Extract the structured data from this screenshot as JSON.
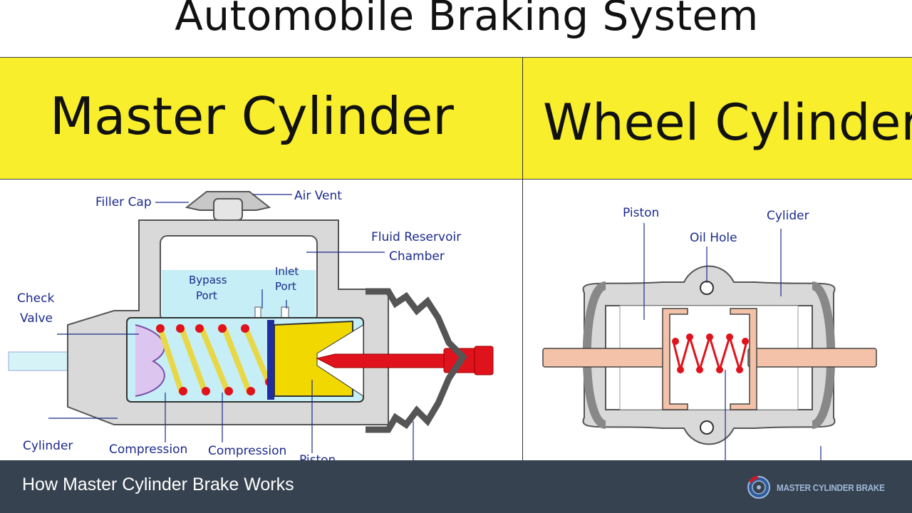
{
  "title": "Automobile Braking System",
  "sections": {
    "master": "Master Cylinder",
    "wheel": "Wheel Cylinder"
  },
  "master_labels": {
    "filler_cap": "Filler Cap",
    "air_vent": "Air Vent",
    "fluid_reservoir_1": "Fluid Reservoir",
    "fluid_reservoir_2": "Chamber",
    "bypass_1": "Bypass",
    "bypass_2": "Port",
    "inlet_1": "Inlet",
    "inlet_2": "Port",
    "check_valve_1": "Check",
    "check_valve_2": "Valve",
    "cylinder": "Cylinder",
    "compression_1": "Compression",
    "compression_2": "Compression",
    "piston_partial": "Piston"
  },
  "wheel_labels": {
    "piston": "Piston",
    "cylinder": "Cylider",
    "oil_hole": "Oil Hole"
  },
  "footer": {
    "caption": "How Master Cylinder Brake Works",
    "brand": "MASTER CYLINDER BRAKE"
  },
  "colors": {
    "yellow_band": "#f8ee2b",
    "footer_bg": "#36424f",
    "label_blue": "#1b2a8c",
    "fluid": "#c6eef6",
    "spring_red": "#e0121c",
    "piston_yellow": "#f1d900"
  }
}
